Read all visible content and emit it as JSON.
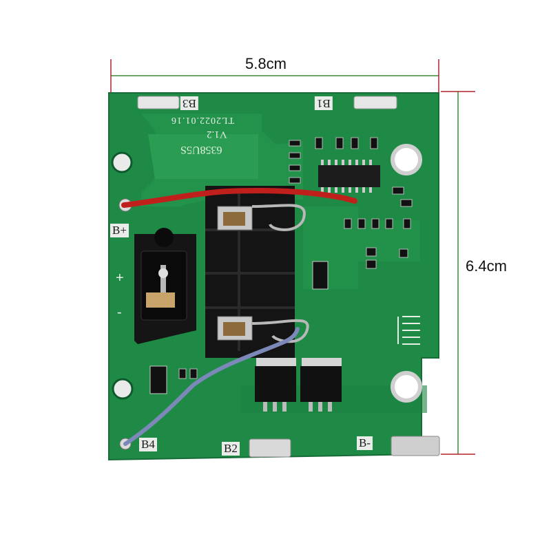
{
  "dimensions": {
    "width": "5.8cm",
    "height": "6.4cm"
  },
  "board": {
    "labels": {
      "b1": "B1",
      "b2": "B2",
      "b3": "B3",
      "b4": "B4",
      "b_plus": "B+",
      "b_minus": "B-",
      "version": "V1.2",
      "date": "TL2022.01.16",
      "model": "6358U5S"
    },
    "colors": {
      "pcb": "#1f8a46",
      "pcb_dark": "#15703a",
      "silkscreen": "#e8f0e8",
      "red_wire": "#c0201c",
      "blue_wire": "#7c88b8"
    }
  }
}
